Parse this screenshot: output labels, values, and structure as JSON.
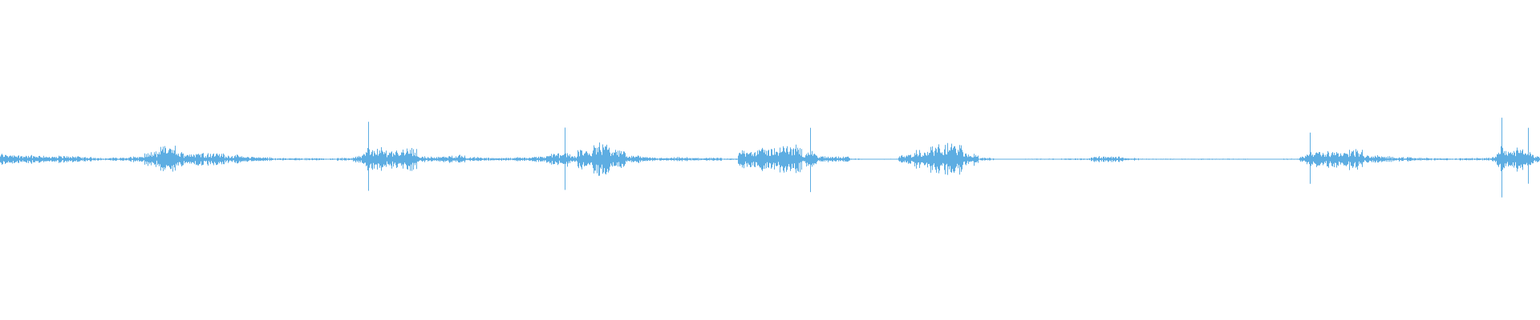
{
  "chart_data": {
    "type": "waveform",
    "title": "",
    "xlabel": "",
    "ylabel": "",
    "ylim": [
      -1,
      1
    ],
    "color": "#5DADE2",
    "background": "#FFFFFF",
    "grid": false,
    "envelope_bins": 96,
    "amplitude_envelope": [
      0.04,
      0.03,
      0.03,
      0.025,
      0.025,
      0.015,
      0.01,
      0.012,
      0.02,
      0.05,
      0.09,
      0.05,
      0.05,
      0.045,
      0.03,
      0.02,
      0.015,
      0.008,
      0.008,
      0.008,
      0.006,
      0.01,
      0.25,
      0.08,
      0.07,
      0.09,
      0.02,
      0.02,
      0.03,
      0.015,
      0.01,
      0.01,
      0.015,
      0.02,
      0.04,
      0.2,
      0.07,
      0.12,
      0.06,
      0.025,
      0.015,
      0.01,
      0.015,
      0.01,
      0.01,
      0.005,
      0.07,
      0.08,
      0.09,
      0.1,
      0.25,
      0.02,
      0.02,
      0.005,
      0.003,
      0.003,
      0.03,
      0.06,
      0.1,
      0.12,
      0.05,
      0.01,
      0.003,
      0.003,
      0.004,
      0.004,
      0.005,
      0.006,
      0.02,
      0.02,
      0.01,
      0.004,
      0.004,
      0.004,
      0.004,
      0.004,
      0.004,
      0.004,
      0.002,
      0.002,
      0.004,
      0.2,
      0.06,
      0.06,
      0.07,
      0.03,
      0.02,
      0.015,
      0.01,
      0.008,
      0.008,
      0.008,
      0.01,
      0.28,
      0.08,
      0.2
    ]
  }
}
